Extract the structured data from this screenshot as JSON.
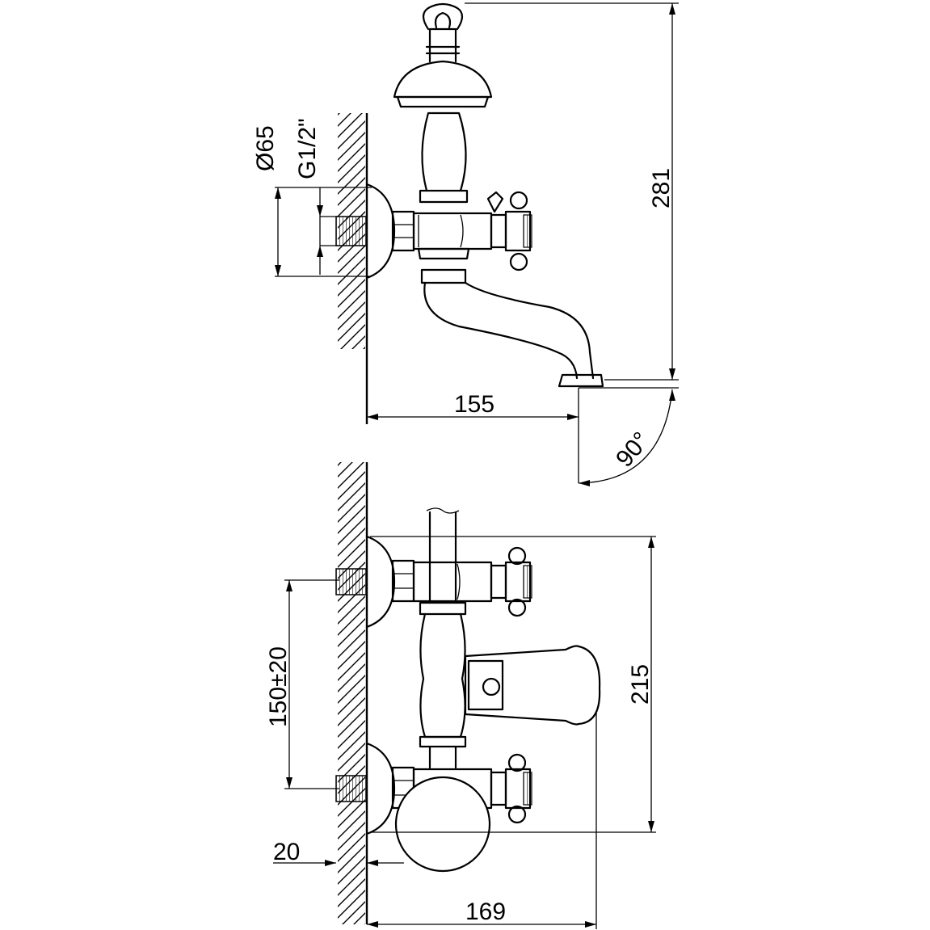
{
  "dimensions": {
    "height_total": "281",
    "diameter": "Ø65",
    "thread": "G1/2\"",
    "spout_reach": "155",
    "angle": "90°",
    "body_height": "215",
    "center_distance": "150±20",
    "offset": "20",
    "depth": "169"
  }
}
